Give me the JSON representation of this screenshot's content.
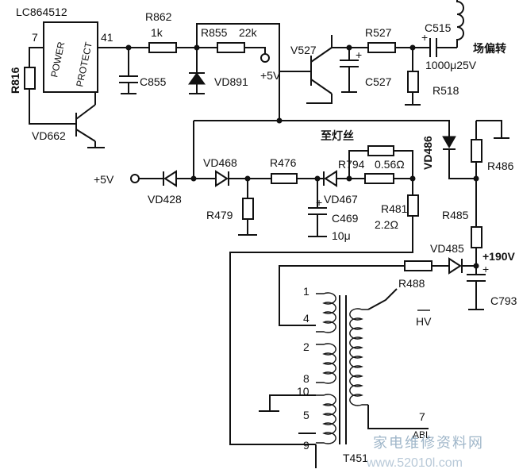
{
  "ic": {
    "name": "LC864512",
    "line1": "POWER",
    "line2": "PROTECT",
    "pin_left": "7",
    "pin_right": "41"
  },
  "labels": {
    "r816": "R816",
    "vd662": "VD662",
    "r862": "R862",
    "r862_val": "1k",
    "r855": "R855",
    "r855_val": "22k",
    "c855": "C855",
    "vd891": "VD891",
    "plus5v_top": "+5V",
    "v527": "V527",
    "r527": "R527",
    "c527": "C527",
    "c515": "C515",
    "c515_val": "1000μ25V",
    "field_yoke": "场偏转",
    "r518": "R518",
    "vd486": "VD486",
    "r486": "R486",
    "to_filament": "至灯丝",
    "plus5v_left": "+5V",
    "vd428": "VD428",
    "vd468": "VD468",
    "r476": "R476",
    "r794": "R794",
    "r794_val": "0.56Ω",
    "vd467": "VD467",
    "r479": "R479",
    "c469": "C469",
    "c469_val": "10μ",
    "r481": "R481",
    "r481_val": "2.2Ω",
    "r485": "R485",
    "vd485": "VD485",
    "plus190v": "+190V",
    "r488": "R488",
    "c793": "C793",
    "hv": "HV",
    "abl": "ABL",
    "t451": "T451",
    "pin1": "1",
    "pin4": "4",
    "pin2": "2",
    "pin8": "8",
    "pin10": "10",
    "pin5": "5",
    "pin9": "9",
    "pin7": "7"
  },
  "watermark": {
    "text": "家电维修资料网",
    "url": "www.52010l.com"
  },
  "colors": {
    "line": "#111111",
    "background": "#ffffff",
    "watermark": "#9fb6c9"
  }
}
